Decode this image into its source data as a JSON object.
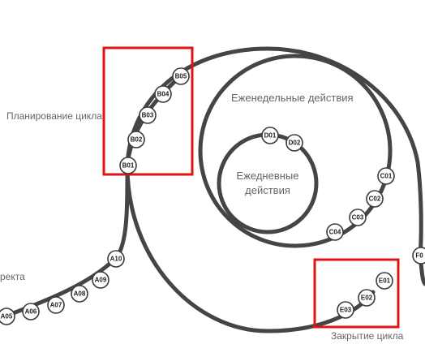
{
  "labels": {
    "planning": "Планирование цикла",
    "project": "ректа",
    "weekly": "Еженедельные действия",
    "daily_1": "Ежедневные",
    "daily_2": "действия",
    "closing": "Закрытие цикла"
  },
  "nodes": {
    "a": [
      "A05",
      "A06",
      "A07",
      "A08",
      "A09",
      "A10"
    ],
    "b": [
      "B01",
      "B02",
      "B03",
      "B04",
      "B05"
    ],
    "c": [
      "C01",
      "C02",
      "C03",
      "C04"
    ],
    "d": [
      "D01",
      "D02"
    ],
    "e": [
      "E01",
      "E02",
      "E03"
    ],
    "f": [
      "F0"
    ]
  },
  "colors": {
    "track": "#454545",
    "highlight": "#e01414",
    "label": "#666666"
  }
}
